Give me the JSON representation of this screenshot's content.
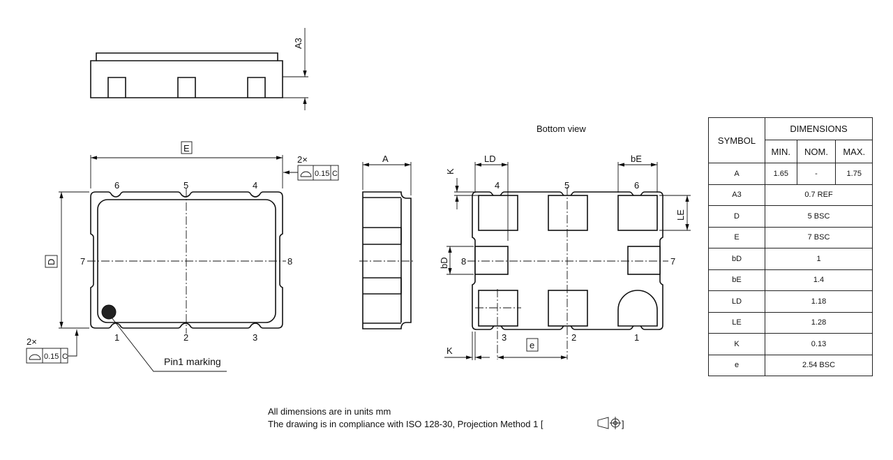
{
  "top_view": {
    "dim_E": "E",
    "dim_D": "D",
    "pins_top": [
      "6",
      "5",
      "4"
    ],
    "pins_bottom": [
      "1",
      "2",
      "3"
    ],
    "pin_left": "7",
    "pin_right": "8",
    "tolerance_top": {
      "count": "2×",
      "value": "0.15",
      "datum": "C"
    },
    "tolerance_bottom": {
      "count": "2×",
      "value": "0.15",
      "datum": "C"
    },
    "pin1_label": "Pin1 marking"
  },
  "side_view": {
    "dim_A3": "A3",
    "dim_A": "A"
  },
  "bottom_view": {
    "title": "Bottom view",
    "pins_top": [
      "4",
      "5",
      "6"
    ],
    "pins_bottom": [
      "3",
      "2",
      "1"
    ],
    "pin_left": "8",
    "pin_right": "7",
    "dim_LD": "LD",
    "dim_bE": "bE",
    "dim_K_top": "K",
    "dim_K_bottom": "K",
    "dim_LE": "LE",
    "dim_bD": "bD",
    "dim_e": "e"
  },
  "table": {
    "symbol_header": "SYMBOL",
    "dimensions_header": "DIMENSIONS",
    "sub_headers": [
      "MIN.",
      "NOM.",
      "MAX."
    ],
    "rows": [
      {
        "symbol": "A",
        "min": "1.65",
        "nom": "-",
        "max": "1.75"
      },
      {
        "symbol": "A3",
        "value": "0.7 REF"
      },
      {
        "symbol": "D",
        "value": "5 BSC"
      },
      {
        "symbol": "E",
        "value": "7 BSC"
      },
      {
        "symbol": "bD",
        "value": "1"
      },
      {
        "symbol": "bE",
        "value": "1.4"
      },
      {
        "symbol": "LD",
        "value": "1.18"
      },
      {
        "symbol": "LE",
        "value": "1.28"
      },
      {
        "symbol": "K",
        "value": "0.13"
      },
      {
        "symbol": "e",
        "value": "2.54 BSC"
      }
    ]
  },
  "notes": {
    "line1": "All dimensions are in units mm",
    "line2": "The drawing is in compliance with ISO 128-30, Projection Method 1 ["
  }
}
